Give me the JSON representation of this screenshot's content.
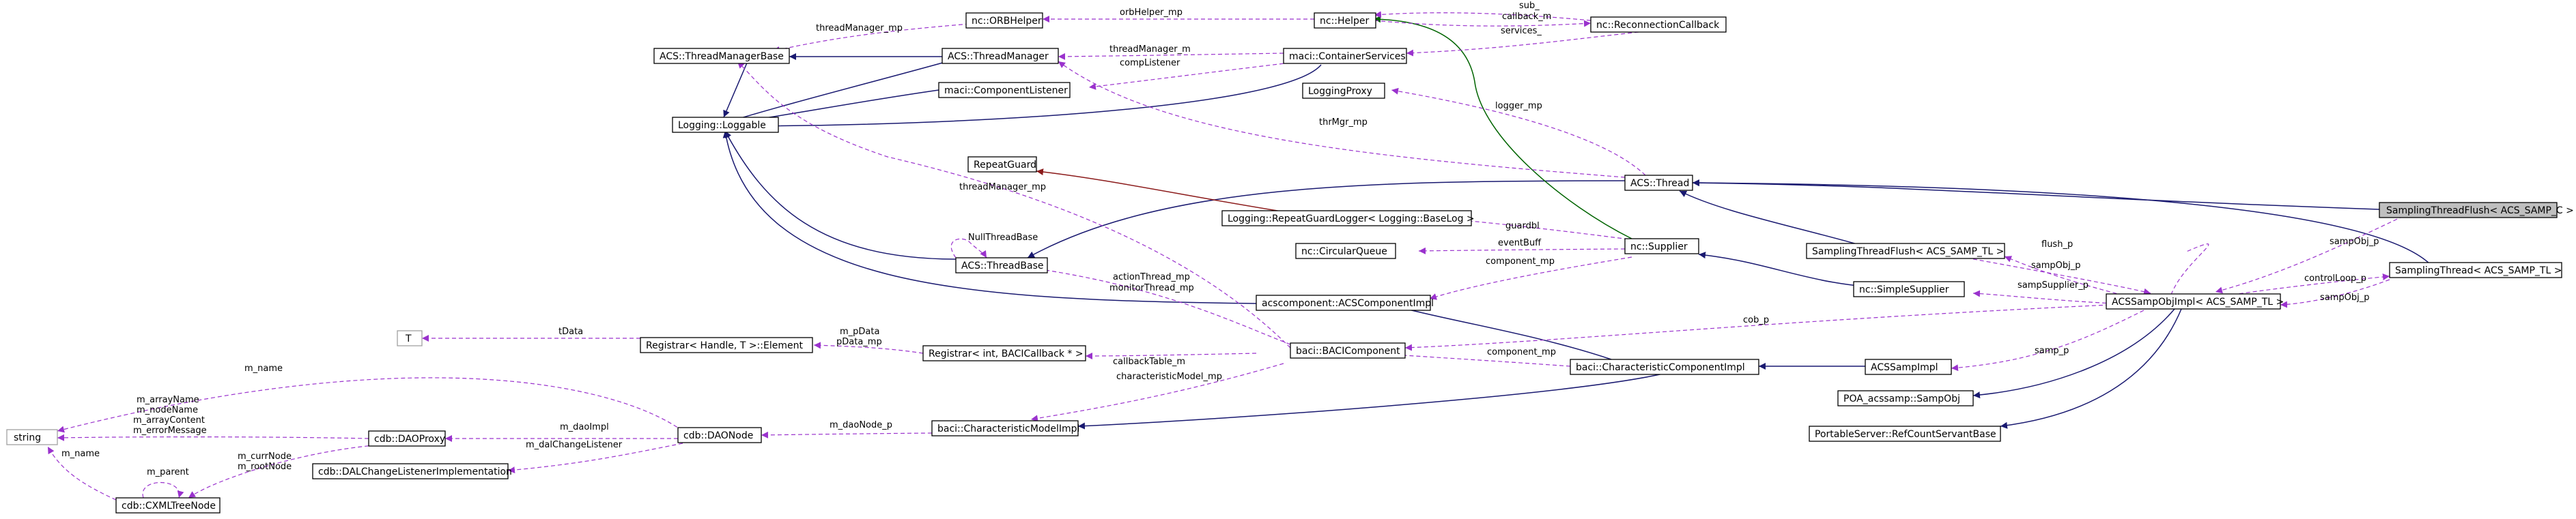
{
  "title": "",
  "colors": {
    "inherit": "#191970",
    "usage": "#9a32cd",
    "private": "#8b1a1a",
    "protected": "#006400",
    "highlight": "#bfbfbf",
    "external_border": "#a0a0a0"
  },
  "nodes": [
    {
      "id": "sampling_thread_flush_c",
      "label": "SamplingThreadFlush< ACS_SAMP_C >",
      "highlight": true
    },
    {
      "id": "orb_helper",
      "label": "nc::ORBHelper"
    },
    {
      "id": "helper",
      "label": "nc::Helper"
    },
    {
      "id": "reconnection_callback",
      "label": "nc::ReconnectionCallback"
    },
    {
      "id": "thread_manager_base",
      "label": "ACS::ThreadManagerBase"
    },
    {
      "id": "thread_manager",
      "label": "ACS::ThreadManager"
    },
    {
      "id": "container_services",
      "label": "maci::ContainerServices"
    },
    {
      "id": "logging_proxy",
      "label": "LoggingProxy"
    },
    {
      "id": "component_listener",
      "label": "maci::ComponentListener"
    },
    {
      "id": "loggable",
      "label": "Logging::Loggable"
    },
    {
      "id": "repeat_guard",
      "label": "RepeatGuard"
    },
    {
      "id": "acs_thread",
      "label": "ACS::Thread"
    },
    {
      "id": "repeat_guard_logger",
      "label": "Logging::RepeatGuardLogger< Logging::BaseLog >"
    },
    {
      "id": "circular_queue",
      "label": "nc::CircularQueue"
    },
    {
      "id": "supplier",
      "label": "nc::Supplier"
    },
    {
      "id": "sampling_thread_flush_tl",
      "label": "SamplingThreadFlush< ACS_SAMP_TL >"
    },
    {
      "id": "thread_base",
      "label": "ACS::ThreadBase"
    },
    {
      "id": "acs_component_impl",
      "label": "acscomponent::ACSComponentImpl"
    },
    {
      "id": "simple_supplier",
      "label": "nc::SimpleSupplier"
    },
    {
      "id": "samp_obj_impl",
      "label": "ACSSampObjImpl< ACS_SAMP_TL >"
    },
    {
      "id": "sampling_thread_tl",
      "label": "SamplingThread< ACS_SAMP_TL >"
    },
    {
      "id": "t_param",
      "label": "T",
      "external": true
    },
    {
      "id": "registrar_element",
      "label": "Registrar< Handle, T >::Element"
    },
    {
      "id": "registrar",
      "label": "Registrar< int, BACICallback * >"
    },
    {
      "id": "baci_component",
      "label": "baci::BACIComponent"
    },
    {
      "id": "characteristic_component_impl",
      "label": "baci::CharacteristicComponentImpl"
    },
    {
      "id": "acs_samp_impl",
      "label": "ACSSampImpl"
    },
    {
      "id": "samp_obj_poa",
      "label": "POA_acssamp::SampObj"
    },
    {
      "id": "string_type",
      "label": "string",
      "external": true
    },
    {
      "id": "dao_proxy",
      "label": "cdb::DAOProxy"
    },
    {
      "id": "dao_node",
      "label": "cdb::DAONode"
    },
    {
      "id": "characteristic_model_impl",
      "label": "baci::CharacteristicModelImpl"
    },
    {
      "id": "dal_change_listener_impl",
      "label": "cdb::DALChangeListenerImplementation"
    },
    {
      "id": "ref_count_servant_base",
      "label": "PortableServer::RefCountServantBase"
    },
    {
      "id": "cxml_tree_node",
      "label": "cdb::CXMLTreeNode"
    }
  ],
  "edge_labels": {
    "orb_helper_mp": "orbHelper_mp",
    "sub": "sub_",
    "callback_m": "callback_m",
    "services": "services_",
    "thread_manager_mp": "threadManager_mp",
    "thread_manager_m": "threadManager_m",
    "comp_listener": "compListener",
    "logger_mp": "logger_mp",
    "thr_mgr_mp": "thrMgr_mp",
    "thread_manager_mp_2": "threadManager_mp",
    "guardbl": "guardbl",
    "event_buff": "eventBuff",
    "null_thread_base": "NullThreadBase",
    "component_mp": "component_mp",
    "flush_p": "flush_p",
    "samp_obj_p": "sampObj_p",
    "samp_obj_p_2": "sampObj_p",
    "samp_obj_p_3": "sampObj_p",
    "control_loop_p": "controlLoop_p",
    "action_thread_mp": "actionThread_mp",
    "monitor_thread_mp": "monitorThread_mp",
    "samp_supplier_p": "sampSupplier_p",
    "cob_p": "cob_p",
    "t_data": "tData",
    "m_p_data": "m_pData",
    "p_data_mp": "pData_mp",
    "callback_table_m": "callbackTable_m",
    "component_mp_2": "component_mp",
    "samp_p": "samp_p",
    "characteristic_model_mp": "characteristicModel_mp",
    "m_name": "m_name",
    "m_array_name": "m_arrayName",
    "m_node_name": "m_nodeName",
    "m_array_content": "m_arrayContent",
    "m_error_message": "m_errorMessage",
    "m_dao_impl": "m_daoImpl",
    "m_dal_change_listener": "m_dalChangeListener",
    "m_dao_node_p": "m_daoNode_p",
    "m_curr_node": "m_currNode",
    "m_root_node": "m_rootNode",
    "m_name_2": "m_name",
    "m_parent": "m_parent"
  }
}
